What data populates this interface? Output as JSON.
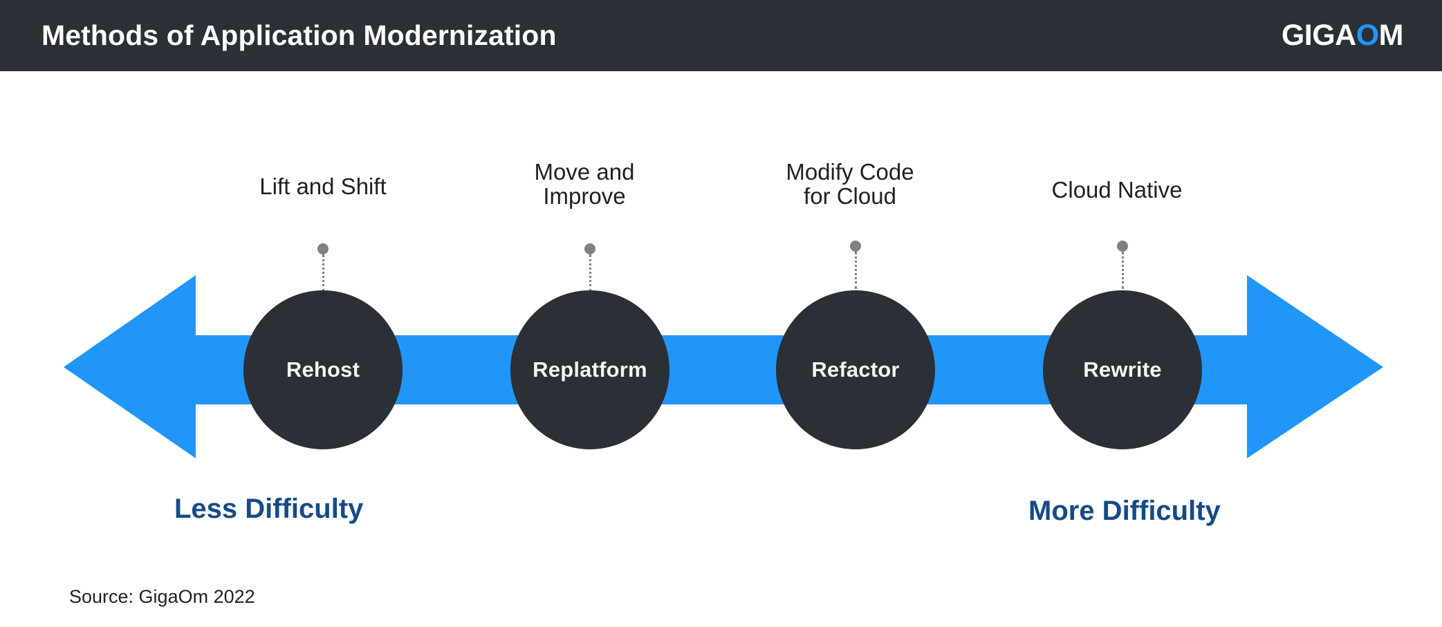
{
  "header": {
    "title": "Methods of Application Modernization",
    "logo_text_pre": "GIGA",
    "logo_text_o": "O",
    "logo_text_post": "M",
    "background_color": "#2b2f36",
    "logo_accent_color": "#2196f9"
  },
  "chart_data": {
    "type": "diagram",
    "title": "Methods of Application Modernization",
    "axis_label_left": "Less Difficulty",
    "axis_label_right": "More Difficulty",
    "arrow_color": "#2196f9",
    "node_color": "#2b2f36",
    "connector_color": "#7d8086",
    "difficulty_label_color": "#154b85",
    "nodes": [
      {
        "name": "Rehost",
        "callout": "Lift and Shift",
        "difficulty_rank": 1
      },
      {
        "name": "Replatform",
        "callout": "Move and\nImprove",
        "difficulty_rank": 2
      },
      {
        "name": "Refactor",
        "callout": "Modify Code\nfor Cloud",
        "difficulty_rank": 3
      },
      {
        "name": "Rewrite",
        "callout": "Cloud Native",
        "difficulty_rank": 4
      }
    ]
  },
  "footer": {
    "source": "Source: GigaOm 2022"
  }
}
